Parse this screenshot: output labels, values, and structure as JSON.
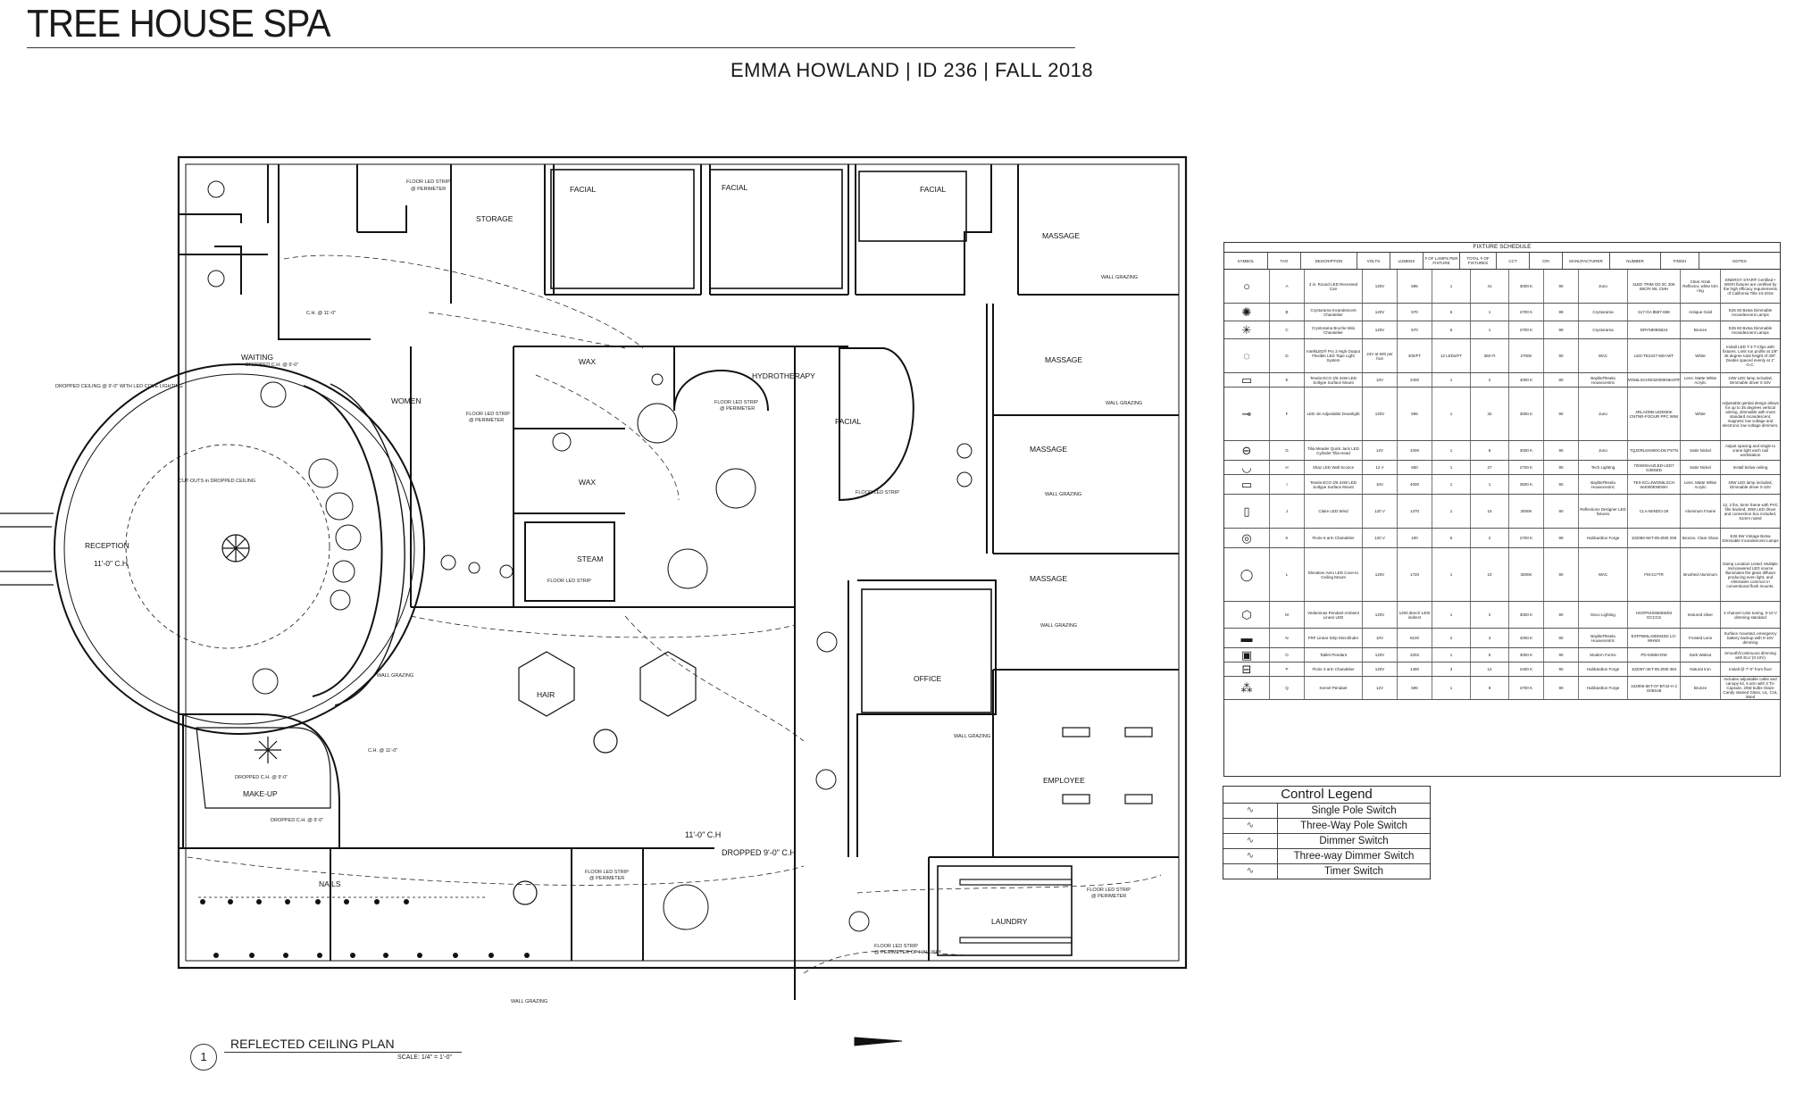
{
  "sheet": {
    "title": "TREE HOUSE SPA",
    "author_line": "EMMA HOWLAND | ID 236 | FALL 2018"
  },
  "drawing": {
    "number": "1",
    "name": "REFLECTED CEILING PLAN",
    "scale": "SCALE: 1/4\" = 1'-0\""
  },
  "plan": {
    "rooms": {
      "reception": "RECEPTION",
      "reception_ch": "11'-0\" C.H",
      "waiting": "WAITING",
      "women": "WOMEN",
      "storage": "STORAGE",
      "facial": "FACIAL",
      "wax": "WAX",
      "steam": "STEAM",
      "hydrotherapy": "HYDROTHERAPY",
      "massage": "MASSAGE",
      "hair": "HAIR",
      "make_up": "MAKE-UP",
      "nails": "NAILS",
      "office": "OFFICE",
      "employee": "EMPLOYEE",
      "laundry": "LAUNDRY"
    },
    "notes": {
      "dropped_ceiling": "DROPPED CEILING @ 9'-0\" WITH LED COVE LIGHTING",
      "cutouts": "CUT-OUTS in DROPPED CEILING",
      "floor_strip": "FLOOR LED STRIP",
      "at_perimeter": "@ PERIMETER",
      "floor_strip_hallway": "@ PERIMETER OF HALLWAY",
      "wall_grazing": "WALL GRAZING",
      "ch_110": "C.H. @ 11'-0\"",
      "dropped_ch_90": "DROPPED C.H. @ 9'-0\"",
      "ch_110_b": "11'-0\" C.H",
      "dropped_90_b": "DROPPED 9'-0\" C.H"
    }
  },
  "fixture_schedule": {
    "title": "FIXTURE SCHEDULE",
    "columns": [
      "SYMBOL",
      "TAG",
      "DESCRIPTION",
      "VOLTS",
      "LUMENS",
      "# OF LAMPS PER FIXTURE",
      "TOTAL # OF FIXTURES",
      "CCT",
      "CRI",
      "MANUFACTURER",
      "NUMBER",
      "FINISH",
      "NOTES"
    ],
    "rows": [
      {
        "symbol": "○",
        "tag": "A",
        "description": "3 in. Round LED Recessed Can",
        "volts": "120V",
        "lumens": "595",
        "lamps": "1",
        "total": "41",
        "cct": "3000 K",
        "cri": "90",
        "manufacturer": "Juno",
        "number": "3LED TRIM GD 0C 30K 85CRI WL CMH",
        "finish": "Clear Alzak Reflector, white trim ring",
        "notes": "ENERGY STAR® Certified • WGRI fixtures are certified by the high efficacy requirements of California Title 24-2016"
      },
      {
        "symbol": "✺",
        "tag": "B",
        "description": "Crystorama Incandescent Chandelier",
        "volts": "120V",
        "lumens": "570",
        "lamps": "6",
        "total": "1",
        "cct": "2700 K",
        "cri": "99",
        "manufacturer": "Crystorama",
        "number": "517-GA $587-658",
        "finish": "Antique Gold",
        "notes": "E26 60 Bxtsa Dimmable Incandescent Lamps"
      },
      {
        "symbol": "✳",
        "tag": "C",
        "description": "Crystorama Broche Mini Chandelier",
        "volts": "120V",
        "lumens": "570",
        "lamps": "6",
        "total": "1",
        "cct": "2700 K",
        "cri": "99",
        "manufacturer": "Crystorama",
        "number": "DRY5808SB24",
        "finish": "Bronze",
        "notes": "E26 60 Bxtsa Dimmable Incandescent Lamps"
      },
      {
        "symbol": "◌",
        "tag": "D",
        "description": "IntelliLED® Pro 3 High Output Flexible LED Tape Light System",
        "volts": "24V at 500 per foot",
        "lumens": "300/FT",
        "lamps": "12 LEDs/FT",
        "total": "360 Ft",
        "cct": "2700K",
        "cri": "90",
        "manufacturer": "WAC",
        "number": "LED-TE2427-60H-WT",
        "finish": "White",
        "notes": "Install LED T-3 T-Clips with fixtures. Limit run profile at 1/8\" 45 degree total height of 3/8\". Diodes spaced evenly at 1\" O.C."
      },
      {
        "symbol": "▭",
        "tag": "E",
        "description": "Tesela ECO 2/6 24W LED Soltype Surface Mount",
        "volts": "10V",
        "lumens": "2400",
        "lamps": "1",
        "total": "2",
        "cct": "4000 K",
        "cri": "80",
        "manufacturer": "BaylitelTesela Housecentric",
        "number": "ECL4WO56LSCHW32000ENE4FRVSRW",
        "finish": "Lens: Matte White Acrylic",
        "notes": "24W LED lamp included, Dimmable driver 0-10V"
      },
      {
        "symbol": "⊸",
        "tag": "F",
        "description": "LED 4in Adjustable Downlight",
        "volts": "120V",
        "lumens": "595",
        "lamps": "1",
        "total": "32",
        "cct": "3000 K",
        "cri": "90",
        "manufacturer": "Juno",
        "number": "4RLADDB-LED930K CNTNR-FOOUR PPC 90W",
        "finish": "White",
        "notes": "Adjustable gimbal design allows for up to 35 degrees vertical aiming, dimmable with most standard incandescent, magnetic low voltage and electronic low voltage dimmers."
      },
      {
        "symbol": "⊖",
        "tag": "G",
        "description": "Tilia Meader Quick Jack LED Cylinder Tilia Head",
        "volts": "12V",
        "lumens": "1000",
        "lamps": "1",
        "total": "8",
        "cct": "3000 K",
        "cri": "90",
        "manufacturer": "Juno",
        "number": "TQJDRLKK600C4W PSTN",
        "finish": "Satin Nickel",
        "notes": "Adjust spacing and single to crane light each nail workstation"
      },
      {
        "symbol": "◡",
        "tag": "H",
        "description": "Shaz LED Wall Sconce",
        "volts": "12 V",
        "lumens": "600",
        "lamps": "1",
        "total": "27",
        "cct": "2700 K",
        "cri": "90",
        "manufacturer": "Tech Lighting",
        "number": "700WSHAZLED-LED7 G38SED",
        "finish": "Satin Nickel",
        "notes": "Install below ceiling"
      },
      {
        "symbol": "▭",
        "tag": "I",
        "description": "Tesela ECO 2/6 24W LED Soltype Surface Mount",
        "volts": "10V",
        "lumens": "4000",
        "lamps": "1",
        "total": "1",
        "cct": "3500 K",
        "cri": "90",
        "manufacturer": "BaylitelTesela Housecentric",
        "number": "TES-ECL4WO56LSCH W4000ENEWH",
        "finish": "Lens: Matte White Acrylic",
        "notes": "40W LED lamp included, Dimmable driver 0-10V"
      },
      {
        "symbol": "▯",
        "tag": "J",
        "description": "Claire LED Wind",
        "volts": "120 V",
        "lumens": "1470",
        "lamps": "1",
        "total": "15",
        "cct": "3000K",
        "cri": "90",
        "manufacturer": "Reflections Designer LED fixtures",
        "number": "CLA-WINDO-28",
        "finish": "Aluminum Frame",
        "notes": "12, 2 lbs, 5mm frame with PVC film backed, 28W LED driver and connection box included, 61mm noted"
      },
      {
        "symbol": "◎",
        "tag": "K",
        "description": "Florie 5 arm Chandelier",
        "volts": "120 V",
        "lumens": "100",
        "lamps": "5",
        "total": "2",
        "cct": "2700 K",
        "cri": "99",
        "manufacturer": "Hubbardton Forge",
        "number": "102080-5KT-05-ZM0 208",
        "finish": "Bronze, Clear Glass",
        "notes": "E26 5W Vintage Bxtsa Dimmable Incandescent Lamps"
      },
      {
        "symbol": "◯",
        "tag": "L",
        "description": "Elevation Aero LED Cove-to Ceiling Mount",
        "volts": "120V",
        "lumens": "1720",
        "lamps": "1",
        "total": "10",
        "cct": "3000K",
        "cri": "90",
        "manufacturer": "WAC",
        "number": "FM-217TR",
        "finish": "Brushed Aluminum",
        "notes": "Damp Location Listed. Multiple mid-powered LED source illuminates the glass diffuser producing even light, and eliminates common in conventional flush mounts."
      },
      {
        "symbol": "⬡",
        "tag": "M",
        "description": "Vedaminas Pendant Ambient Linear LED",
        "volts": "120V",
        "lumens": "1200 direct/ 1400 indirect",
        "lamps": "1",
        "total": "2",
        "cct": "3000 K",
        "cri": "90",
        "manufacturer": "Deco Lighting",
        "number": "HXOPNHGB65WD2 GCCCS",
        "finish": "textured silver",
        "notes": "3 channel color tuning, 0-10 V dimming standard"
      },
      {
        "symbol": "▬",
        "tag": "N",
        "description": "FRF Linear Strip Microfinder",
        "volts": "10V",
        "lumens": "8100",
        "lamps": "2",
        "total": "3",
        "cct": "4000 K",
        "cri": "80",
        "manufacturer": "BaylitelTesela Housecentric",
        "number": "ESFFBMLA8DM4SD LO-WHMX",
        "finish": "Frosted Lens",
        "notes": "Surface mounted, emergency battery backup with 0-10V dimming"
      },
      {
        "symbol": "▣",
        "tag": "O",
        "description": "Tablet Pendant",
        "volts": "120V",
        "lumens": "2202",
        "lamps": "1",
        "total": "5",
        "cct": "3000 K",
        "cri": "90",
        "manufacturer": "Modern Forms",
        "number": "PD-94850-DW",
        "finish": "Dark Walnut",
        "notes": "Smooth/Continuous dimming with ELV (0-10V)"
      },
      {
        "symbol": "⊟",
        "tag": "P",
        "description": "Florie 3 arm Chandelier",
        "volts": "120V",
        "lumens": "1490",
        "lamps": "3",
        "total": "12",
        "cct": "2400 K",
        "cri": "90",
        "manufacturer": "Hubbardton Forge",
        "number": "102097-3KT-05-ZM0 384",
        "finish": "Natural Iron",
        "notes": "Install @ 7'-0\" from floor"
      },
      {
        "symbol": "⁂",
        "tag": "Q",
        "description": "Kernel Pendant",
        "volts": "12V",
        "lumens": "595",
        "lamps": "1",
        "total": "9",
        "cct": "3700 K",
        "cri": "90",
        "manufacturer": "Hubbardton Forge",
        "number": "102905-5KT-07-BT42-H 2 G06S48",
        "finish": "Bronze",
        "notes": "Includes adjustable cable and canopy kit, 6 arm with 3 Tri-Capsule, 20W bulbs Glaze Candy stained Glass, UL, CUL listed"
      }
    ]
  },
  "control_legend": {
    "title": "Control Legend",
    "items": [
      {
        "label": "Single Pole Switch"
      },
      {
        "label": "Three-Way Pole Switch"
      },
      {
        "label": "Dimmer Switch"
      },
      {
        "label": "Three-way Dimmer Switch"
      },
      {
        "label": "Timer Switch"
      }
    ]
  }
}
